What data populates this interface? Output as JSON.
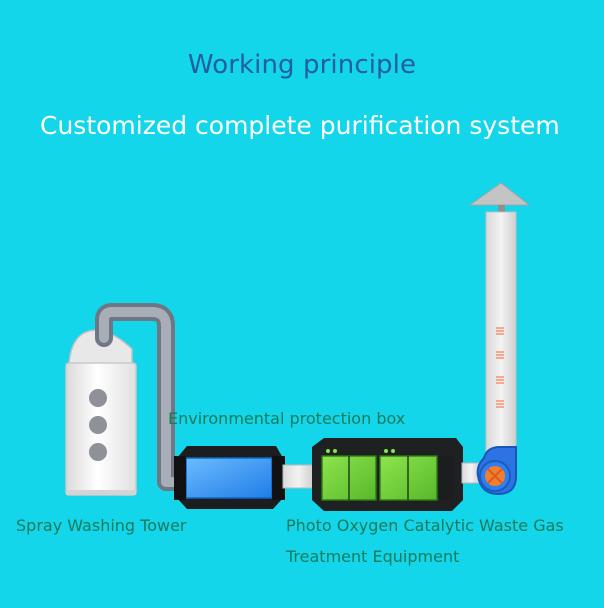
{
  "header": {
    "title": "Working principle",
    "subtitle": "Customized complete purification system"
  },
  "labels": {
    "environmental_box": "Environmental protection box",
    "spray_tower": "Spray Washing Tower",
    "photo_oxygen": "Photo Oxygen Catalytic Waste Gas",
    "treatment_equipment": "Treatment Equipment"
  },
  "colors": {
    "background": "#13d6ea",
    "title": "#225f9c",
    "subtitle": "#ffffff",
    "labels": "#197b5c",
    "pipe": "#8e96a6",
    "tower": "#f1f1f1",
    "box_dark": "#222222",
    "blue_box": "#46a5ff",
    "green_box": "#7cd53a",
    "fan": "#2d73e3",
    "fan_center": "#f57e2e"
  },
  "icons": {
    "tower_ports": "circle-icon",
    "fan": "fan-icon",
    "exhaust": "arrow-up-icon"
  }
}
